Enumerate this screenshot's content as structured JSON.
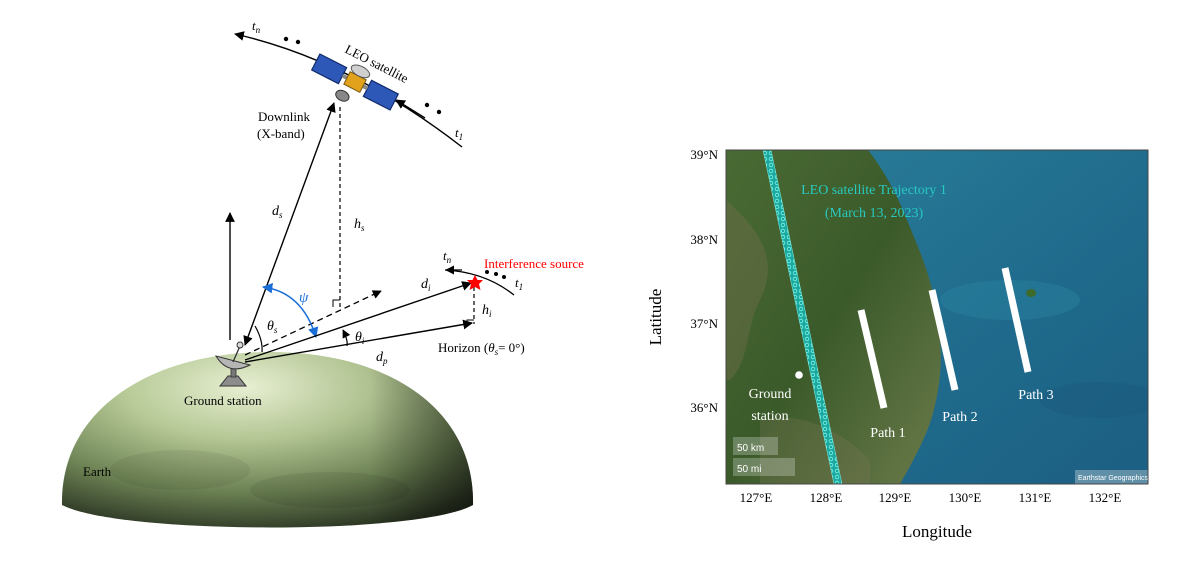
{
  "left_diagram": {
    "satellite_label": "LEO satellite",
    "time_first": "t",
    "time_first_sub": "1",
    "time_last": "t",
    "time_last_sub": "n",
    "downlink_line1": "Downlink",
    "downlink_line2": "(X-band)",
    "ds": "d",
    "ds_sub": "s",
    "hs": "h",
    "hs_sub": "s",
    "psi": "ψ",
    "theta_s": "θ",
    "theta_s_sub": "s",
    "theta_i": "θ",
    "theta_i_sub": "i",
    "di": "d",
    "di_sub": "i",
    "hi": "h",
    "hi_sub": "i",
    "dp": "d",
    "dp_sub": "p",
    "interference_label": "Interference source",
    "horizon_label_pre": "Horizon (",
    "horizon_theta": "θ",
    "horizon_theta_sub": "s",
    "horizon_label_post": "= 0°)",
    "ground_station_label": "Ground station",
    "earth_label": "Earth",
    "colors": {
      "interference": "#ff0000",
      "psi": "#1a6fd6"
    }
  },
  "right_map": {
    "trajectory_line1": "LEO satellite Trajectory 1",
    "trajectory_line2": "(March 13, 2023)",
    "ground_station_line1": "Ground",
    "ground_station_line2": "station",
    "paths": [
      "Path 1",
      "Path 2",
      "Path 3"
    ],
    "scale_km": "50 km",
    "scale_mi": "50 mi",
    "attribution": "Earthstar Geographics",
    "x_axis_label": "Longitude",
    "y_axis_label": "Latitude",
    "x_ticks": [
      "127°E",
      "128°E",
      "129°E",
      "130°E",
      "131°E",
      "132°E"
    ],
    "y_ticks": [
      "39°N",
      "38°N",
      "37°N",
      "36°N"
    ],
    "colors": {
      "trajectory": "#27c9c0",
      "trajectory_text": "#27c9c0",
      "path": "#ffffff"
    }
  }
}
